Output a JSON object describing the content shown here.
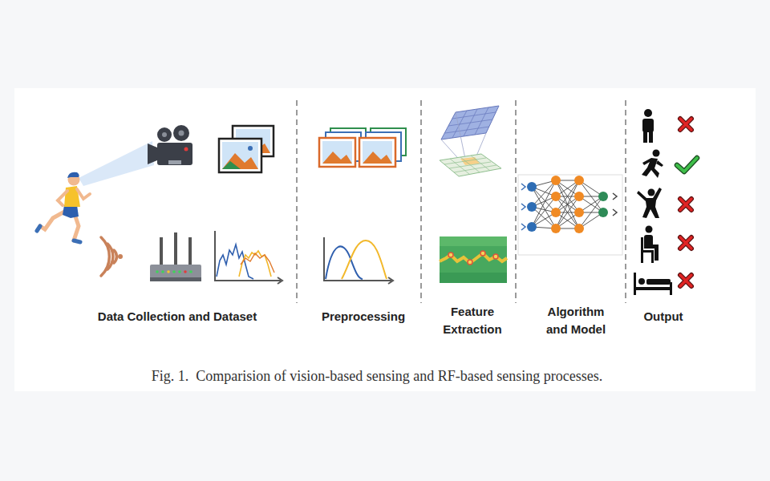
{
  "diagram": {
    "caption": "Fig. 1.  Comparision of vision-based sensing and RF-based sensing processes.",
    "labels": [
      "Data Collection and Dataset",
      "Preprocessing",
      "Feature Extraction",
      "Algorithm and Model",
      "Output"
    ]
  }
}
